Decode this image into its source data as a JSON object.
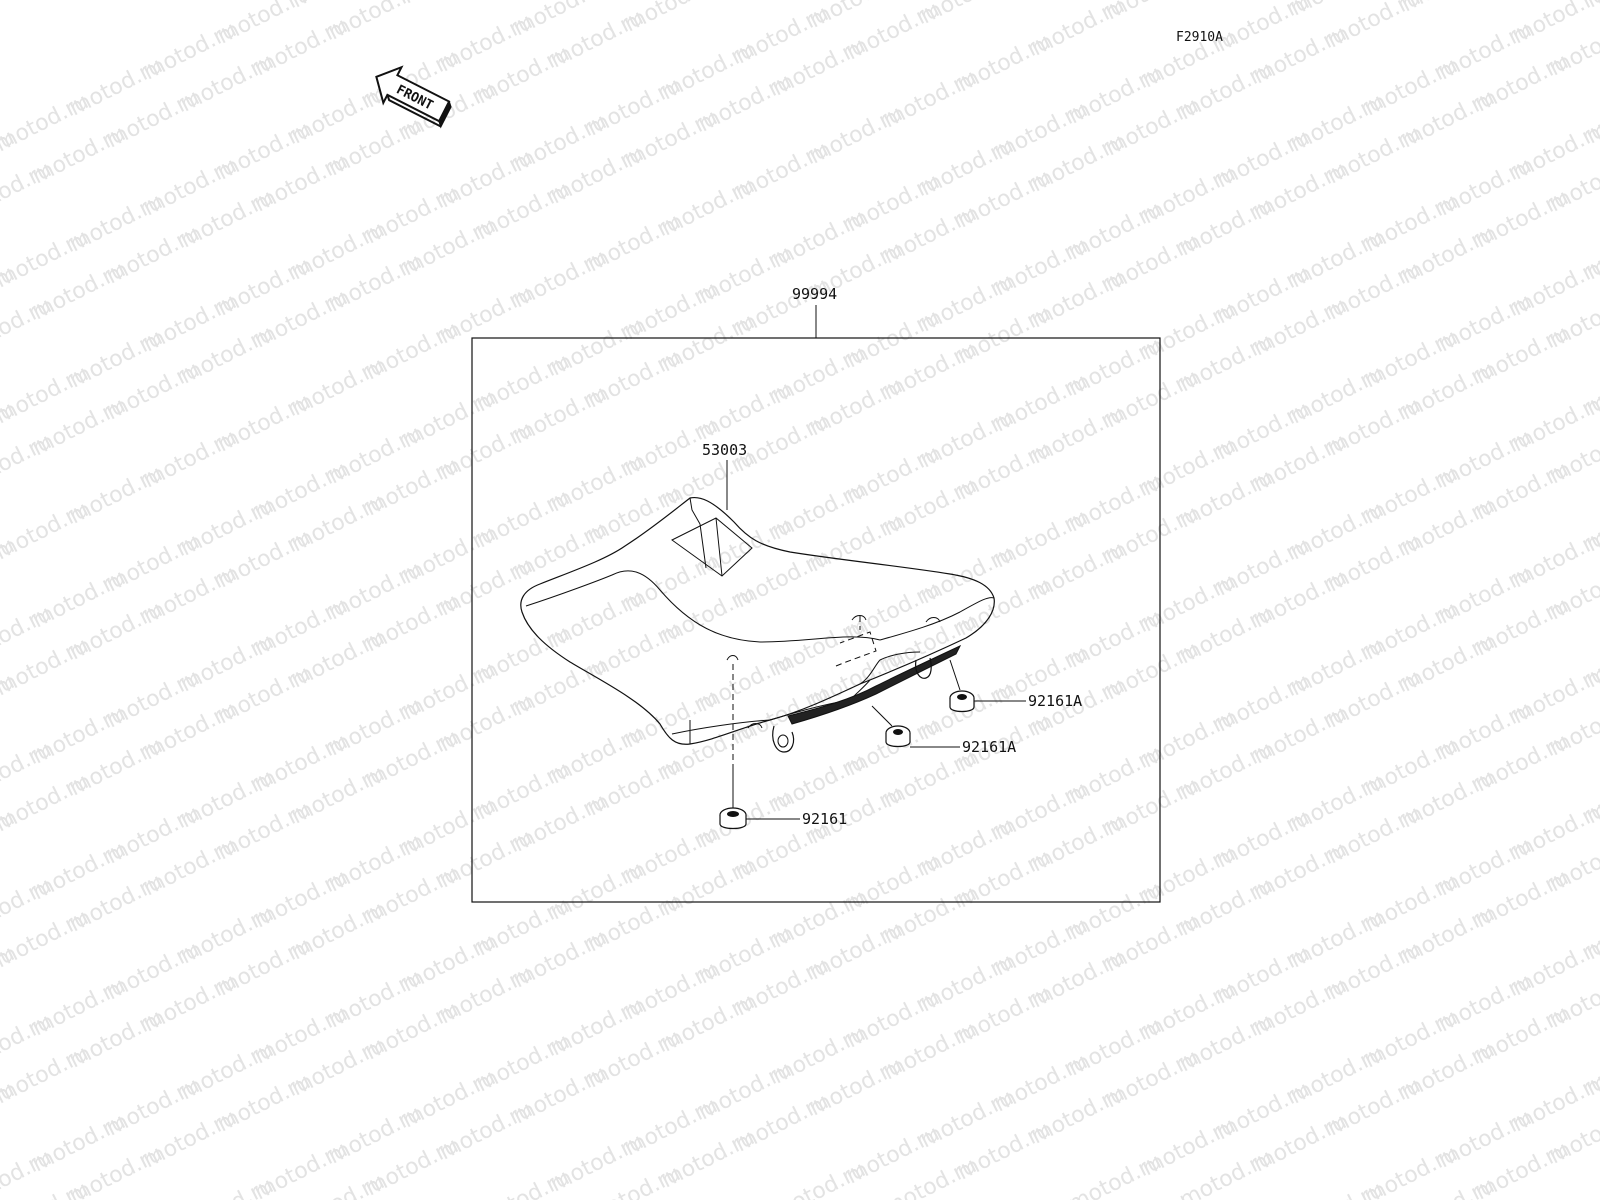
{
  "diagram": {
    "drawing_code": "F2910A",
    "front_arrow_label": "FRONT",
    "watermark_text": "motod.ru",
    "parts": {
      "kit": "99994",
      "seat": "53003",
      "damper_center": "92161",
      "damper_right_1": "92161A",
      "damper_right_2": "92161A"
    }
  }
}
